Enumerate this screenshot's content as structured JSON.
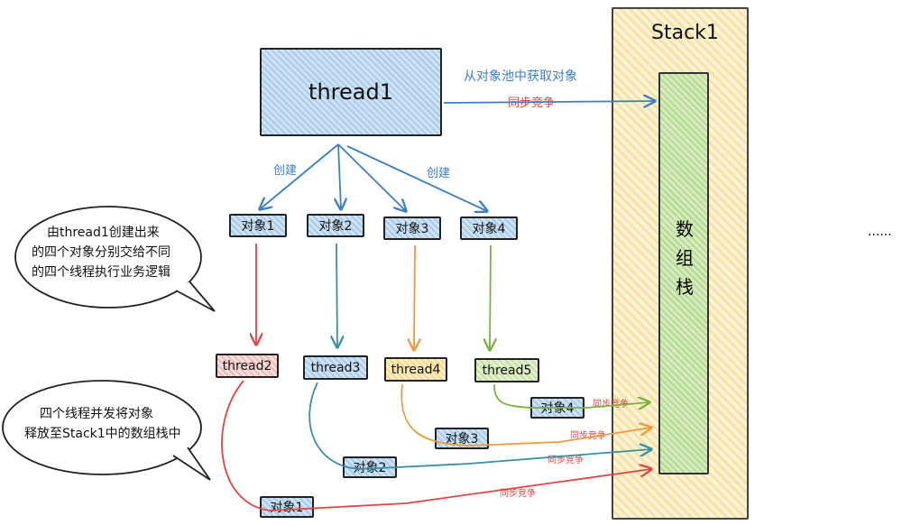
{
  "stack": {
    "title": "Stack1",
    "array_label_1": "数",
    "array_label_2": "组",
    "array_label_3": "栈"
  },
  "thread1": "thread1",
  "top_arrow": {
    "label": "从对象池中获取对象",
    "contention": "同步竞争"
  },
  "create_labels": [
    "创建",
    "创建"
  ],
  "objects": [
    "对象1",
    "对象2",
    "对象3",
    "对象4"
  ],
  "threads": [
    "thread2",
    "thread3",
    "thread4",
    "thread5"
  ],
  "bottom_objects": [
    "对象4",
    "对象3",
    "对象2",
    "对象1"
  ],
  "contention_labels": [
    "同步竞争",
    "同步竞争",
    "同步竞争",
    "同步竞争"
  ],
  "bubble_top": {
    "line1": "由thread1创建出来",
    "line2": "的四个对象分别交给不同",
    "line3": "的四个线程执行业务逻辑"
  },
  "bubble_bottom": {
    "line1": "四个线程并发将对象",
    "line2": "释放至Stack1中的数组栈中"
  },
  "ellipsis": "......",
  "colors": {
    "blue": "#3b7fc4",
    "red": "#e04545",
    "orange": "#ef9a3a",
    "green": "#79b33b",
    "teal": "#3a8fa3"
  }
}
